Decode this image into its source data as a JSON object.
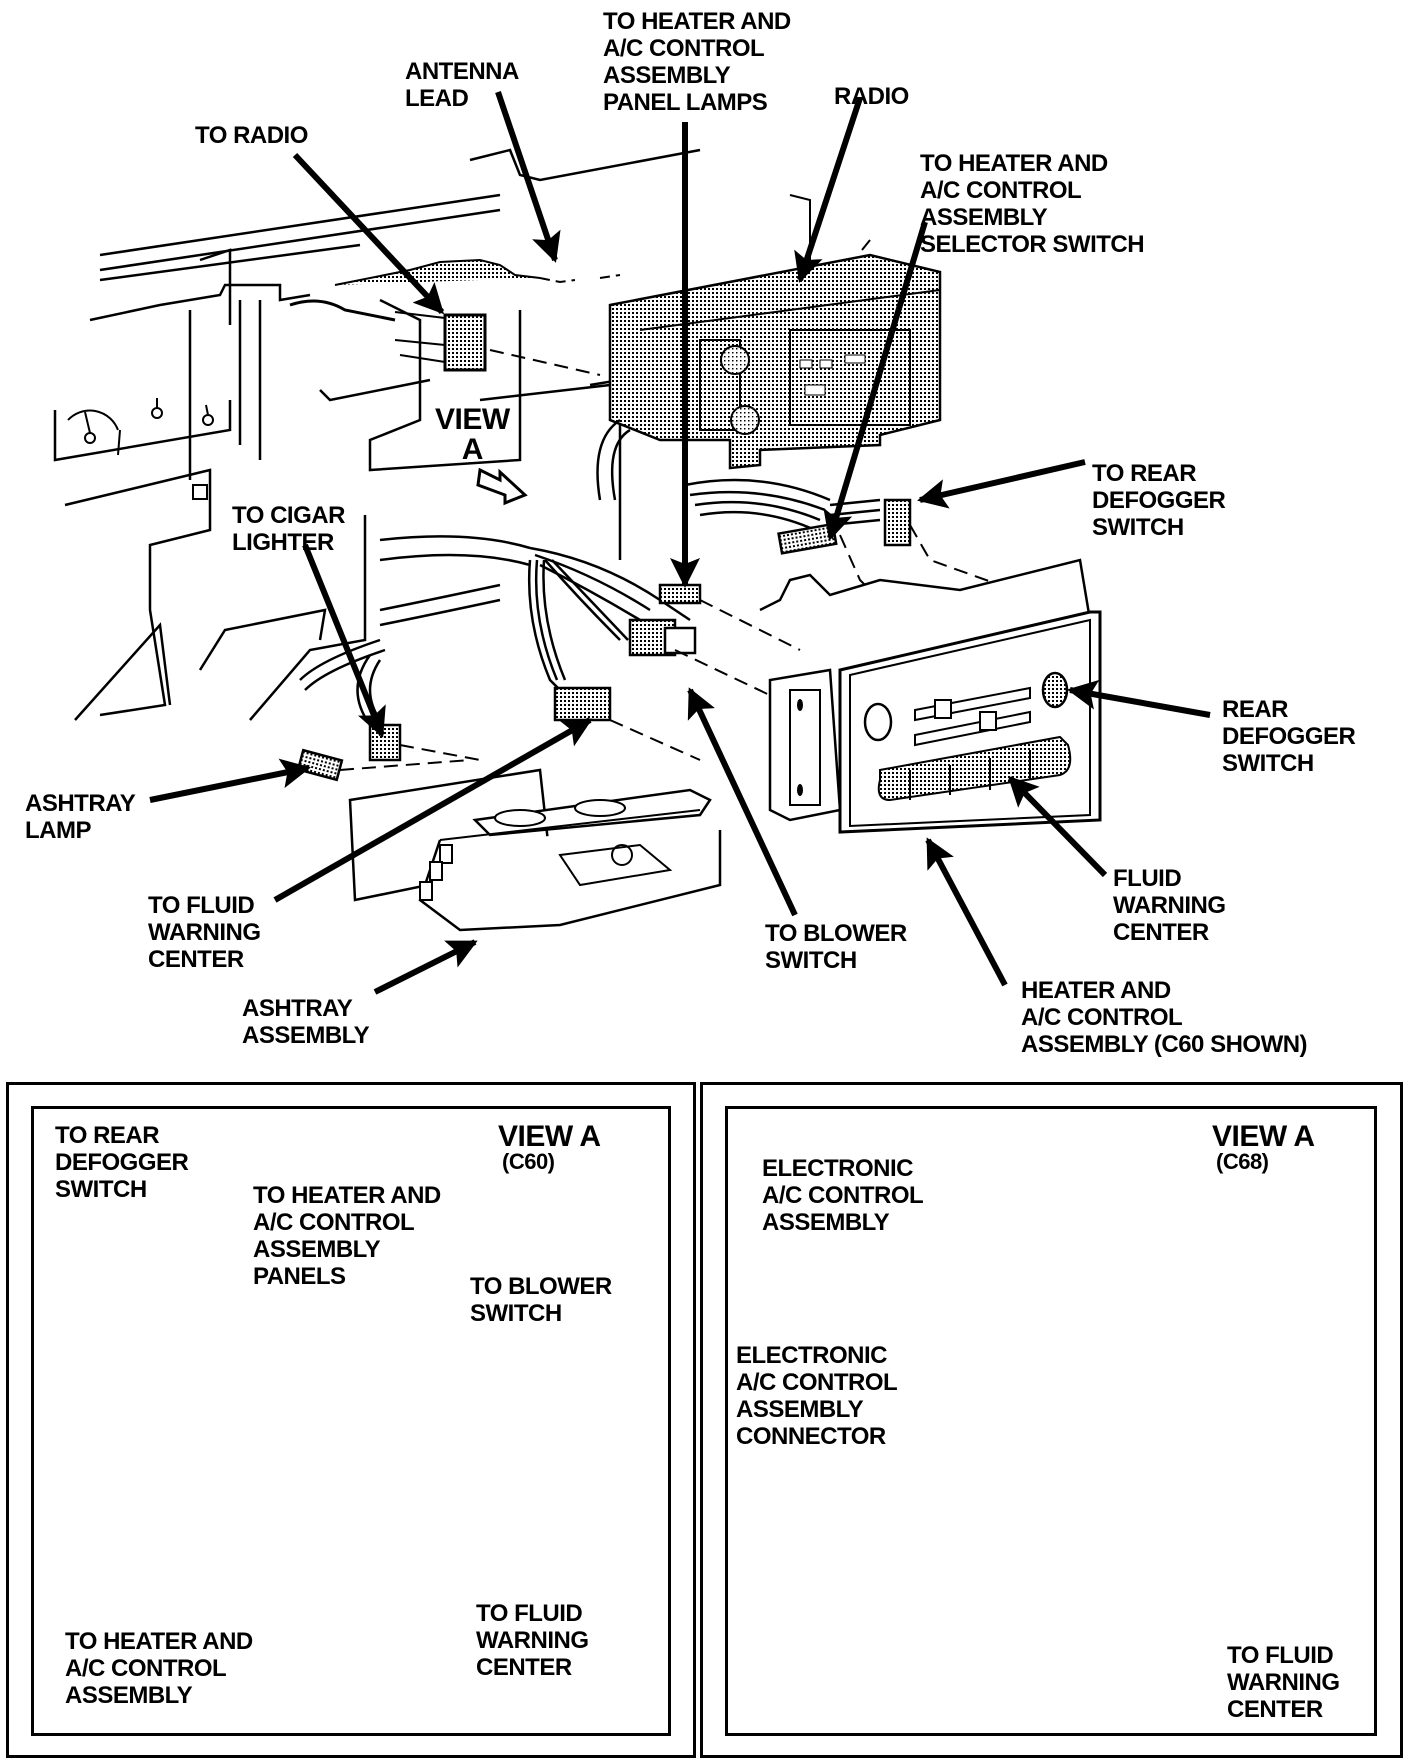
{
  "figure": {
    "main_view": {
      "labels": {
        "antenna_lead": "ANTENNA\nLEAD",
        "to_radio": "TO RADIO",
        "to_heater_panel_lamps": "TO HEATER AND\nA/C CONTROL\nASSEMBLY\nPANEL LAMPS",
        "radio": "RADIO",
        "to_heater_selector_switch": "TO HEATER AND\nA/C CONTROL\nASSEMBLY\nSELECTOR SWITCH",
        "view_a": "VIEW\nA",
        "to_rear_defogger_switch": "TO REAR\nDEFOGGER\nSWITCH",
        "to_cigar_lighter": "TO CIGAR\nLIGHTER",
        "rear_defogger_switch": "REAR\nDEFOGGER\nSWITCH",
        "ashtray_lamp": "ASHTRAY\nLAMP",
        "fluid_warning_center": "FLUID\nWARNING\nCENTER",
        "to_fluid_warning_center": "TO FLUID\nWARNING\nCENTER",
        "to_blower_switch": "TO BLOWER\nSWITCH",
        "ashtray_assembly": "ASHTRAY\nASSEMBLY",
        "heater_ac_control_assembly": "HEATER AND\nA/C CONTROL\nASSEMBLY (C60 SHOWN)"
      }
    },
    "inset_c60": {
      "title": "VIEW A",
      "subtitle": "(C60)",
      "labels": {
        "to_rear_defogger_switch": "TO REAR\nDEFOGGER\nSWITCH",
        "to_heater_panels": "TO HEATER AND\nA/C CONTROL\nASSEMBLY\nPANELS",
        "to_blower_switch": "TO BLOWER\nSWITCH",
        "to_heater_assembly": "TO HEATER AND\nA/C CONTROL\nASSEMBLY",
        "to_fluid_warning_center": "TO FLUID\nWARNING\nCENTER"
      }
    },
    "inset_c68": {
      "title": "VIEW A",
      "subtitle": "(C68)",
      "labels": {
        "electronic_ac_control_assembly": "ELECTRONIC\nA/C CONTROL\nASSEMBLY",
        "electronic_ac_control_connector": "ELECTRONIC\nA/C CONTROL\nASSEMBLY\nCONNECTOR",
        "to_fluid_warning_center": "TO FLUID\nWARNING\nCENTER"
      }
    }
  }
}
